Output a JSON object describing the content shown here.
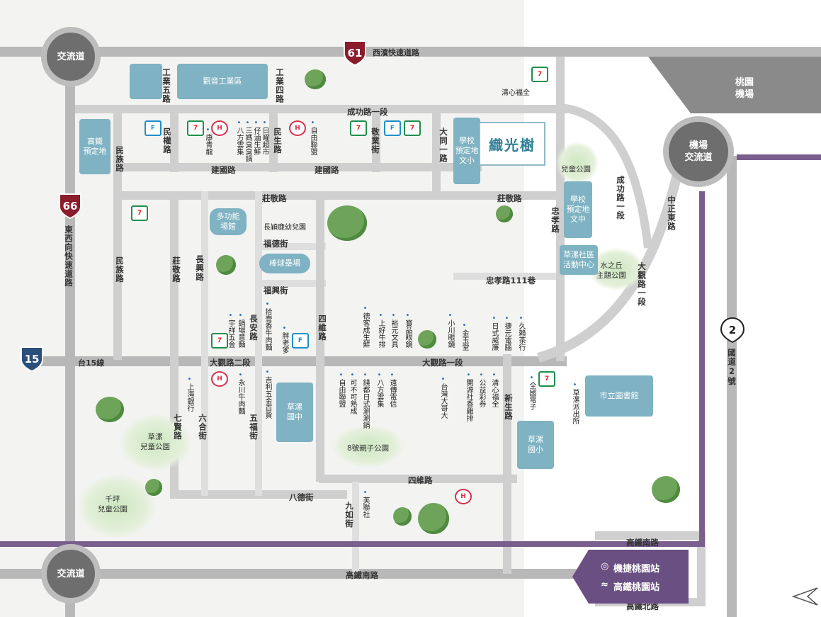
{
  "map": {
    "colors": {
      "road": "#cfcfcf",
      "metro": "#7a5f8e",
      "block": "#7fb2c2",
      "circle": "#6e6e6e",
      "park": "#cde6c0"
    },
    "brand": "織光樹",
    "circles": {
      "tl": "交流道",
      "bl": "交流道",
      "airport_ic": "機場\n交流道",
      "airport": "桃園\n機場"
    },
    "shields": {
      "r61": "61",
      "r61_label": "西濱快速道路",
      "r66": "66",
      "r66_label": "東西向快速道路",
      "r15": "15",
      "r15_label": "台15線",
      "fw2": "2",
      "fw2_label": "國道2號"
    },
    "roads": {
      "chenggong": "成功路一段",
      "jianguo_1": "建國路",
      "jianguo_2": "建國路",
      "zhuangjing_1": "莊敬路",
      "zhuangjing_2": "莊敬路",
      "fude": "福德街",
      "fuxing": "福興街",
      "daguan2": "大觀路二段",
      "daguan1": "大觀路一段",
      "bade": "八德街",
      "siwei_h": "四維路",
      "hsr_south_1": "高鐵南路",
      "hsr_south_2": "高鐵南路",
      "hsr_north": "高鐵北路",
      "zhongxiao111": "忠孝路111巷",
      "gongye5": "工業五路",
      "gongye4": "工業四路",
      "minquan": "民權路",
      "minsheng": "民生路",
      "jingye": "敬業街",
      "datong1": "大同一路",
      "minzu_1": "民族路",
      "minzu_2": "民族路",
      "zhuangjing_v": "莊敬路",
      "changxing": "長興路",
      "changan": "長安路",
      "siwei_v": "四維路",
      "zhongxiao": "忠孝路",
      "qixian": "七賢路",
      "liuhe": "六合街",
      "wufu": "五福街",
      "jiuru": "九如街",
      "xinsheng": "新生路",
      "chenggong_diag": "成功路一段",
      "zhongzheng": "中正東路",
      "daguan_diag": "大觀路一段"
    },
    "blocks": {
      "guanyin": "觀音工業區",
      "hsr_reserve": "高鐵\n預定地",
      "school_reserve_1": "學校\n預定地\n文小",
      "multi_hall": "多功能\n場館",
      "baseball": "棒球壘場",
      "school_reserve_2": "學校\n預定地\n文中",
      "caota_center": "草漯社區\n活動中心",
      "caota_mid": "草漯\n國中",
      "caota_elem": "草漯\n國小",
      "library": "市立圖書館"
    },
    "parks": {
      "kids_park": "兒童公園",
      "shuizhiqiu": "水之丘\n主題公園",
      "caota_kids": "草漯\n兒童公園",
      "qianping": "千坪\n兒童公園",
      "park8": "8號親子公園"
    },
    "pois": {
      "qingxin_top": "清心福全",
      "kangqingliang": "康青龍",
      "bafang_top": "八方雲集",
      "sanma": "三媽臭臭鍋",
      "zairen": "仔滷生鮮",
      "riyao": "日曜超市",
      "ziyou_top": "自由聯盟",
      "changying": "長穎鹿幼兒園",
      "shiquan": "拾壹香牛肉麵",
      "pang": "胖老爹",
      "yuxiang": "宇祥五金",
      "guoguo": "鍋場意麵",
      "yongchuan": "永川牛肉麵",
      "jili": "吉利五金百貨",
      "shanghai": "上海銀行",
      "deshi": "德客成生鮮",
      "shanghao": "上好牛排",
      "yuyuan": "裕元文具",
      "baopin": "寶品眼鏡",
      "xiaochuan": "小川眼鏡",
      "jinyutang": "金玉堂",
      "rishi": "日式威廉",
      "jieyuan": "捷元電腦",
      "jiulai": "久賴茶行",
      "ziyou_bot": "自由聯盟",
      "kebu": "可不可熟成",
      "qiandu": "錢都日式涮涮鍋",
      "bafang_bot": "八方雲集",
      "dachuan": "遠傳電信",
      "taiwan_da": "台灣大哥大",
      "kaiyuan": "開源社香雞排",
      "gongyi": "公益彩券",
      "qingxin_bot": "清心福全",
      "quanguo": "全國電子",
      "caota_police": "草漯派出所",
      "fulian": "芙聯社"
    },
    "stations": {
      "mrt": "機捷桃園站",
      "hsr": "高鐵桃園站"
    }
  }
}
